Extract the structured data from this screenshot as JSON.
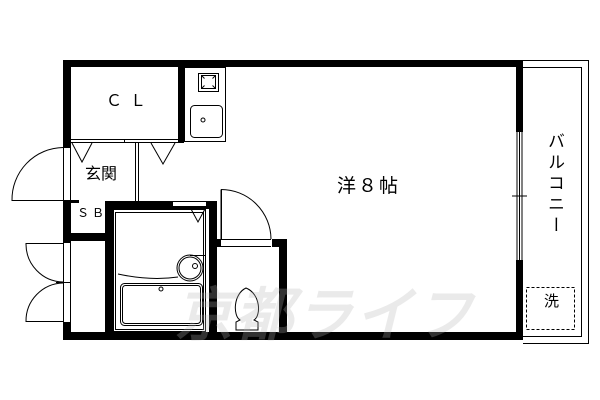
{
  "floor_plan": {
    "rooms": {
      "closet": {
        "label": "ＣＬ"
      },
      "entrance": {
        "label": "玄関"
      },
      "shoe_box": {
        "label": "ＳＢ"
      },
      "western_room": {
        "label": "洋８帖"
      },
      "balcony": {
        "label": "バルコニー"
      },
      "washer_space": {
        "label": "洗"
      }
    },
    "fixtures": [
      "kitchen-stove",
      "kitchen-sink",
      "unit-bath-tub",
      "wash-basin",
      "toilet"
    ],
    "watermark": "京都ライフ",
    "colors": {
      "line": "#000000",
      "background": "#ffffff",
      "watermark": "#d9d9d9"
    }
  }
}
